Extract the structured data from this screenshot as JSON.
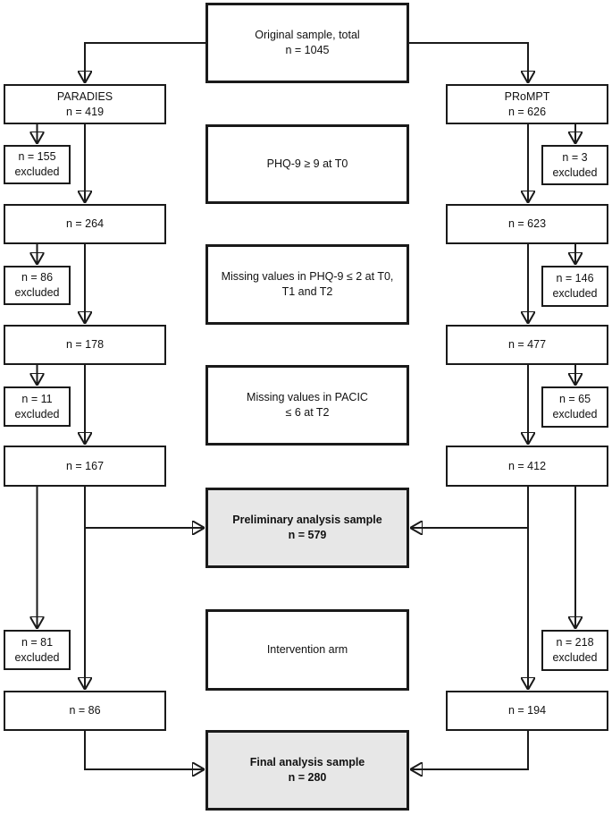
{
  "colors": {
    "stroke": "#1a1a1a",
    "box_fill": "#ffffff",
    "highlight_fill": "#e7e7e7",
    "text": "#111111"
  },
  "nodes": {
    "original": {
      "line1": "Original sample, total",
      "line2": "n = 1045"
    },
    "paradies": {
      "line1": "PARADIES",
      "line2": "n = 419"
    },
    "prompt": {
      "line1": "PRoMPT",
      "line2": "n = 626"
    },
    "criterion_phq9": {
      "line1": "PHQ-9 ≥ 9 at T0"
    },
    "excluded_paradies_phq9": {
      "line1": "n = 155",
      "line2": "excluded"
    },
    "excluded_prompt_phq9": {
      "line1": "n = 3",
      "line2": "excluded"
    },
    "paradies_after_phq9": {
      "line1": "n = 264"
    },
    "prompt_after_phq9": {
      "line1": "n = 623"
    },
    "criterion_missing_phq9": {
      "line1": "Missing values in PHQ-9 ≤ 2 at T0,",
      "line2": "T1 and T2"
    },
    "excluded_paradies_missing_phq9": {
      "line1": "n = 86",
      "line2": "excluded"
    },
    "excluded_prompt_missing_phq9": {
      "line1": "n = 146",
      "line2": "excluded"
    },
    "paradies_after_missing_phq9": {
      "line1": "n = 178"
    },
    "prompt_after_missing_phq9": {
      "line1": "n = 477"
    },
    "criterion_pacic": {
      "line1": "Missing values in PACIC",
      "line2": "≤ 6 at T2"
    },
    "excluded_paradies_pacic": {
      "line1": "n = 11",
      "line2": "excluded"
    },
    "excluded_prompt_pacic": {
      "line1": "n = 65",
      "line2": "excluded"
    },
    "paradies_after_pacic": {
      "line1": "n = 167"
    },
    "prompt_after_pacic": {
      "line1": "n = 412"
    },
    "preliminary_sample": {
      "line1": "Preliminary analysis sample",
      "line2": "n = 579"
    },
    "criterion_intervention": {
      "line1": "Intervention arm"
    },
    "excluded_paradies_intervention": {
      "line1": "n = 81",
      "line2": "excluded"
    },
    "excluded_prompt_intervention": {
      "line1": "n = 218",
      "line2": "excluded"
    },
    "paradies_intervention": {
      "line1": "n = 86"
    },
    "prompt_intervention": {
      "line1": "n = 194"
    },
    "final_sample": {
      "line1": "Final analysis sample",
      "line2": "n = 280"
    }
  }
}
